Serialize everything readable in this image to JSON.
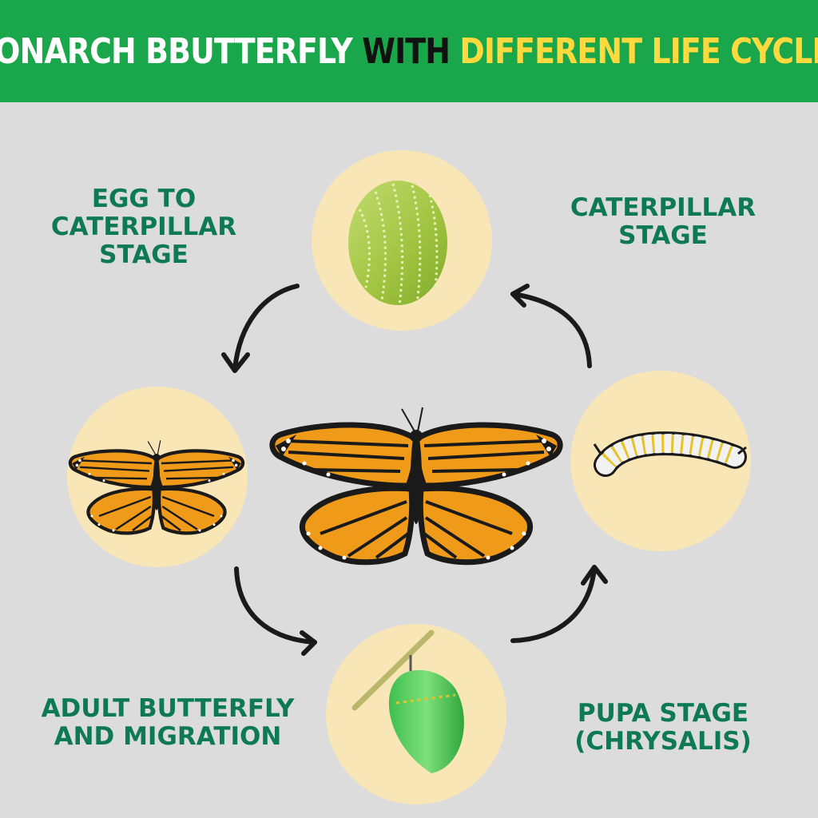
{
  "title": {
    "part1": "MONARCH BBUTTERFLY",
    "part2": "WITH",
    "part3": "DIFFERENT LIFE CYCLES"
  },
  "stages": {
    "egg": [
      "EGG TO",
      "CATERPILLAR",
      "STAGE"
    ],
    "caterpillar": [
      "CATERPILLAR",
      "STAGE"
    ],
    "pupa": [
      "PUPA STAGE",
      "(CHRYSALIS)"
    ],
    "adult": [
      "ADULT BUTTERFLY",
      "AND MIGRATION"
    ]
  },
  "colors": {
    "banner": "#1aa64a",
    "accent_yellow": "#ffd93d",
    "label_green": "#0e7a55",
    "circle": "#f9e6b7",
    "background": "#dcdcdc"
  },
  "icons": [
    "egg-icon",
    "caterpillar-icon",
    "chrysalis-icon",
    "butterfly-icon",
    "arrow-icon"
  ]
}
